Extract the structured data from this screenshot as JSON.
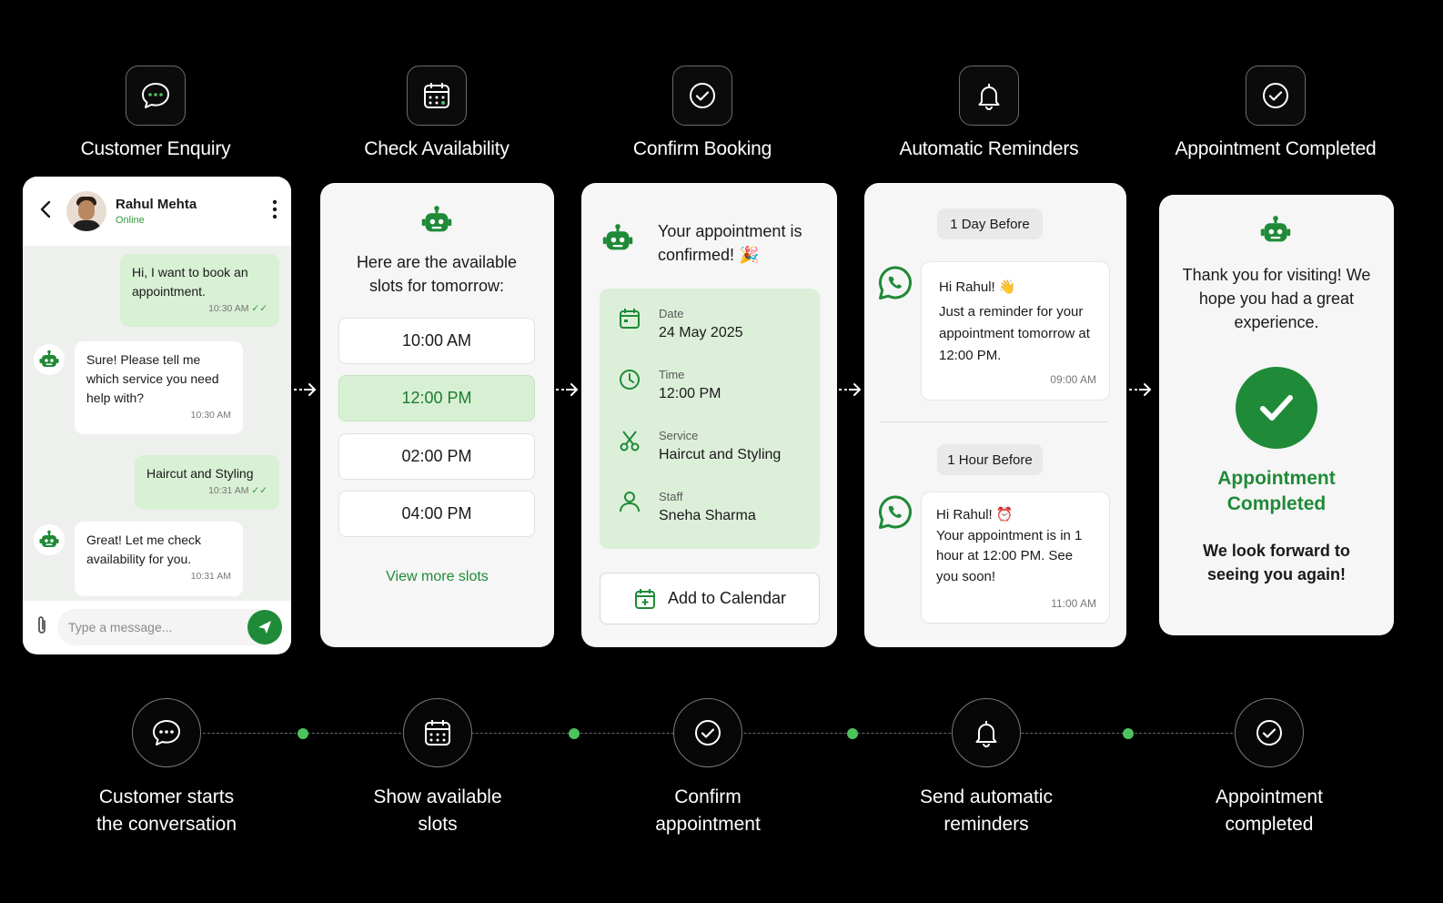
{
  "steps": [
    {
      "title": "Customer Enquiry",
      "icon": "chat-bubble-icon"
    },
    {
      "title": "Check Availability",
      "icon": "calendar-icon"
    },
    {
      "title": "Confirm Booking",
      "icon": "check-circle-icon"
    },
    {
      "title": "Automatic Reminders",
      "icon": "bell-icon"
    },
    {
      "title": "Appointment Completed",
      "icon": "check-circle-icon"
    }
  ],
  "chat": {
    "name": "Rahul Mehta",
    "status": "Online",
    "messages": [
      {
        "from": "user",
        "text": "Hi, I want to book an appointment.",
        "time": "10:30 AM"
      },
      {
        "from": "bot",
        "text": "Sure! Please tell me which service you need help with?",
        "time": "10:30 AM"
      },
      {
        "from": "user",
        "text": "Haircut and Styling",
        "time": "10:31 AM"
      },
      {
        "from": "bot",
        "text": "Great! Let me check availability for you.",
        "time": "10:31 AM"
      }
    ],
    "input_placeholder": "Type a message..."
  },
  "slots": {
    "heading": "Here are the available slots for tomorrow:",
    "times": [
      "10:00 AM",
      "12:00 PM",
      "02:00 PM",
      "04:00 PM"
    ],
    "selected": "12:00 PM",
    "more_link": "View more slots"
  },
  "booking": {
    "heading": "Your appointment is confirmed! 🎉",
    "details": [
      {
        "label": "Date",
        "value": "24 May 2025"
      },
      {
        "label": "Time",
        "value": "12:00 PM"
      },
      {
        "label": "Service",
        "value": "Haircut and Styling"
      },
      {
        "label": "Staff",
        "value": "Sneha Sharma"
      }
    ],
    "calendar_button": "Add to Calendar"
  },
  "reminders": [
    {
      "tag": "1 Day Before",
      "greeting": "Hi Rahul! 👋",
      "body": "Just a reminder for your appointment tomorrow at 12:00 PM.",
      "time": "09:00 AM"
    },
    {
      "tag": "1 Hour Before",
      "greeting": "Hi Rahul! ⏰",
      "body": "Your appointment is in 1 hour at 12:00 PM. See you soon!",
      "time": "11:00 AM"
    }
  ],
  "completed": {
    "thanks": "Thank you for visiting! We hope you had a great experience.",
    "status": "Appointment Completed",
    "closing": "We look forward to seeing you again!"
  },
  "timeline": [
    "Customer starts the conversation",
    "Show available slots",
    "Confirm appointment",
    "Send automatic reminders",
    "Appointment completed"
  ],
  "colors": {
    "accent_green": "#1f8a37",
    "light_green": "#d7f0d3",
    "timeline_dot": "#4cc35c",
    "background": "#000000"
  }
}
